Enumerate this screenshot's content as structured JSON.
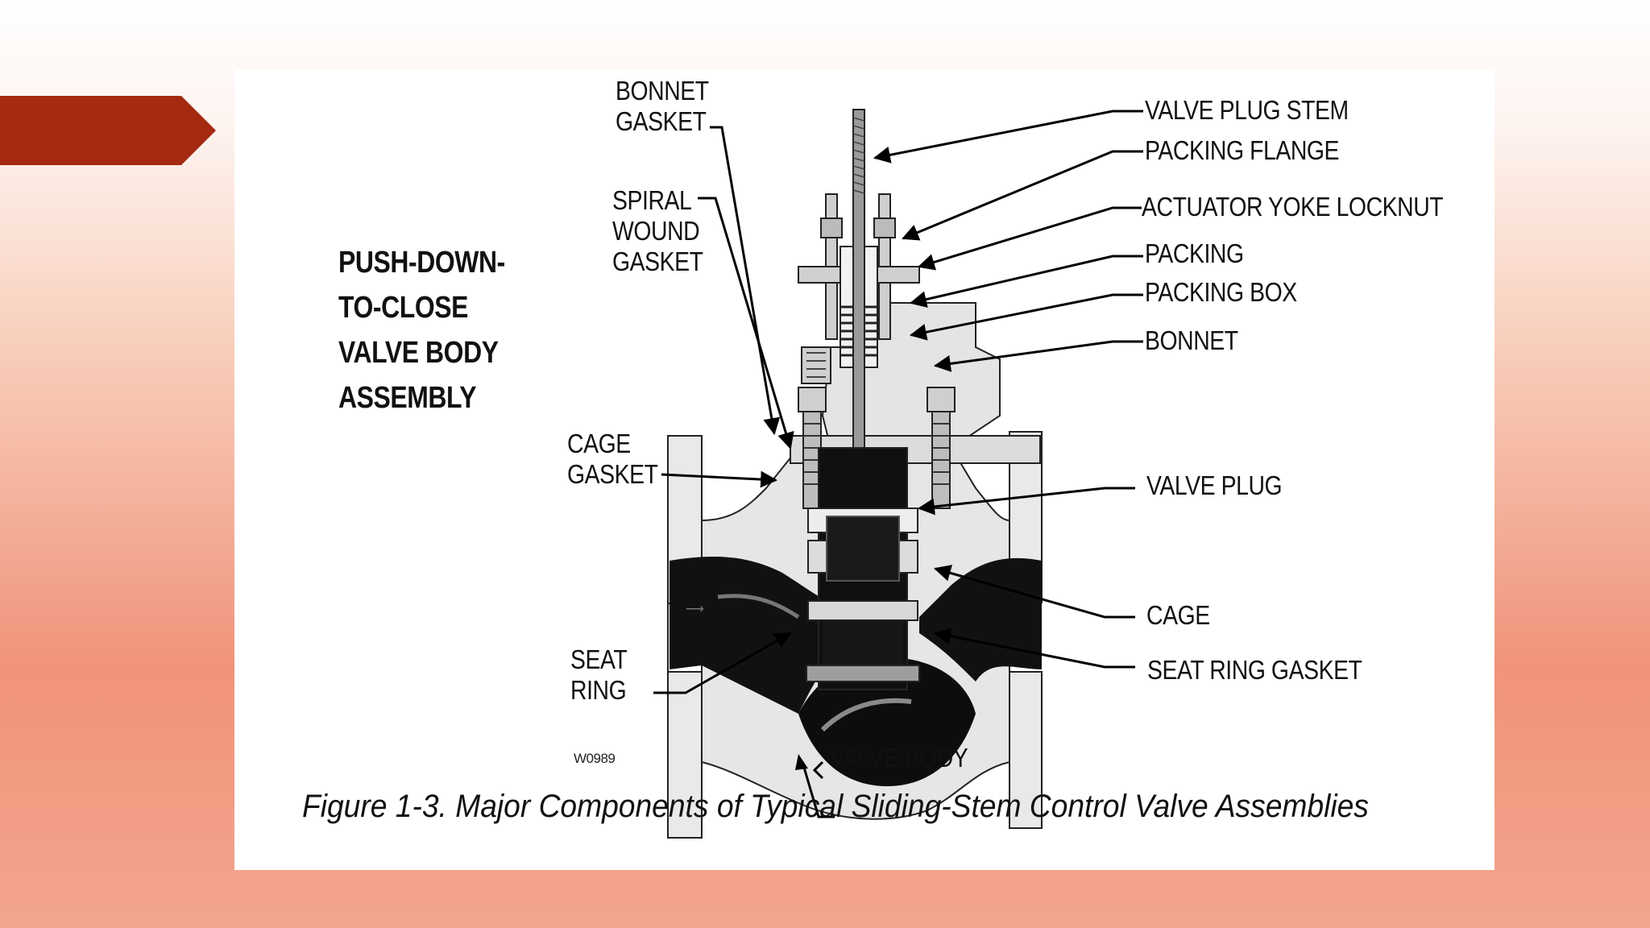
{
  "slide": {
    "accent_color": "#a52a12"
  },
  "figure": {
    "assembly_title": "PUSH-DOWN-\nTO-CLOSE\nVALVE BODY\nASSEMBLY",
    "figure_code": "W0989",
    "caption": "Figure 1-3. Major Components of Typical Sliding-Stem Control Valve Assemblies",
    "labels": {
      "bonnet_gasket": "BONNET\nGASKET",
      "spiral_wound_gasket": "SPIRAL\nWOUND\nGASKET",
      "cage_gasket": "CAGE\nGASKET",
      "seat_ring": "SEAT\nRING",
      "valve_body": "VALVE BODY",
      "valve_plug_stem": "VALVE PLUG STEM",
      "packing_flange": "PACKING FLANGE",
      "actuator_yoke_locknut": "ACTUATOR YOKE LOCKNUT",
      "packing": "PACKING",
      "packing_box": "PACKING BOX",
      "bonnet": "BONNET",
      "valve_plug": "VALVE PLUG",
      "cage": "CAGE",
      "seat_ring_gasket": "SEAT RING GASKET"
    }
  }
}
